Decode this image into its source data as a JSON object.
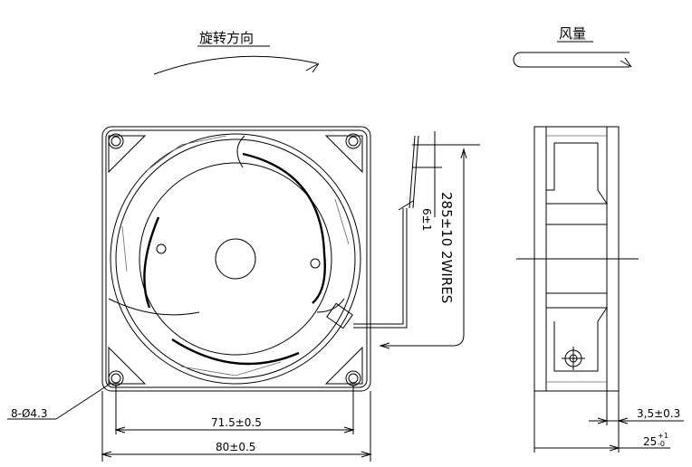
{
  "titles": {
    "rotation_direction": "旋转方向",
    "airflow": "风量"
  },
  "dimensions": {
    "mounting_holes": "8-Ø4.3",
    "hole_spacing": "71.5±0.5",
    "frame_width": "80±0.5",
    "wire_strip": "6±1",
    "wire_length": "285±10  2WIRES",
    "flange_thickness": "3,5±0.3",
    "depth_base": "25",
    "depth_tol_plus": "+1",
    "depth_tol_minus": "-0"
  }
}
